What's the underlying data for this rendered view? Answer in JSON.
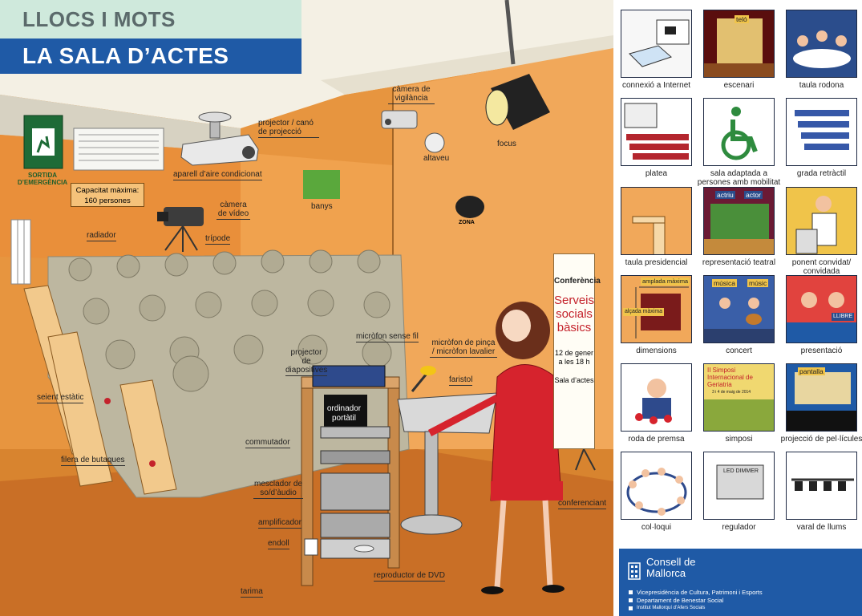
{
  "title": {
    "top": "LLOCS I MOTS",
    "main": "LA SALA D’ACTES"
  },
  "scene": {
    "exit_sign": "SORTIDA D’EMERGÈNCIA",
    "capacity": "Capacitat màxima: 160 persones",
    "wifi_zone": "ZONA",
    "laptop_screen": "ordinador portàtil",
    "banner": {
      "heading": "Conferència",
      "title": "Serveis socials bàsics",
      "date": "12 de gener a les 18 h",
      "place": "Sala d’actes"
    },
    "labels": {
      "projector": "projector / canó de projecció",
      "camera_surveillance": "càmera de vigilància",
      "focus": "focus",
      "speaker": "altaveu",
      "air_conditioner": "aparell d’aire condicionat",
      "video_camera": "càmera de vídeo",
      "toilets": "banys",
      "radiator": "radiador",
      "tripod": "trípode",
      "wireless_mic": "micròfon sense fil",
      "slide_projector": "projector de diapositives",
      "clip_mic": "micròfon de pinça / micròfon lavalier",
      "lectern": "faristol",
      "fixed_seat": "seient estàtic",
      "switcher": "commutador",
      "seat_row": "filera de butaques",
      "audio_mixer": "mesclador de so/d’àudio",
      "speaker_person": "conferenciant",
      "amplifier": "amplificador",
      "socket": "endoll",
      "dvd_player": "reproductor de DVD",
      "stage": "tarima"
    }
  },
  "grid": [
    {
      "caption": "connexió a Internet"
    },
    {
      "caption": "escenari",
      "tag": "teló"
    },
    {
      "caption": "taula rodona"
    },
    {
      "caption": "platea"
    },
    {
      "caption": "sala adaptada a persones amb mobilitat reduïda"
    },
    {
      "caption": "grada retràctil"
    },
    {
      "caption": "taula presidencial"
    },
    {
      "caption": "representació teatral",
      "tag": "actriu",
      "tag2": "actor"
    },
    {
      "caption": "ponent convidat/ convidada"
    },
    {
      "caption": "dimensions",
      "tag": "amplada màxima",
      "tag2": "alçada màxima"
    },
    {
      "caption": "concert",
      "tag": "música",
      "tag2": "músic"
    },
    {
      "caption": "presentació",
      "tag": "LLIBRE"
    },
    {
      "caption": "roda de premsa"
    },
    {
      "caption": "simposi",
      "tag": "II Simposi Internacional de Geriatria",
      "tag2": "3 i 4 de maig de 2014"
    },
    {
      "caption": "projecció de pel·lícules",
      "tag": "pantalla"
    },
    {
      "caption": "col·loqui"
    },
    {
      "caption": "regulador",
      "tag": "LED DIMMER"
    },
    {
      "caption": "varal de llums"
    }
  ],
  "footer": {
    "org_line1": "Consell de",
    "org_line2": "Mallorca",
    "line1": "Vicepresidència de Cultura, Patrimoni i Esports",
    "line2": "Departament de Benestar Social",
    "line3": "Institut Mallorquí d’Afers Socials"
  },
  "colors": {
    "wall": "#e7953f",
    "blue": "#1f5aa6",
    "mint": "#cfe9dc",
    "red_dress": "#d6232d"
  }
}
